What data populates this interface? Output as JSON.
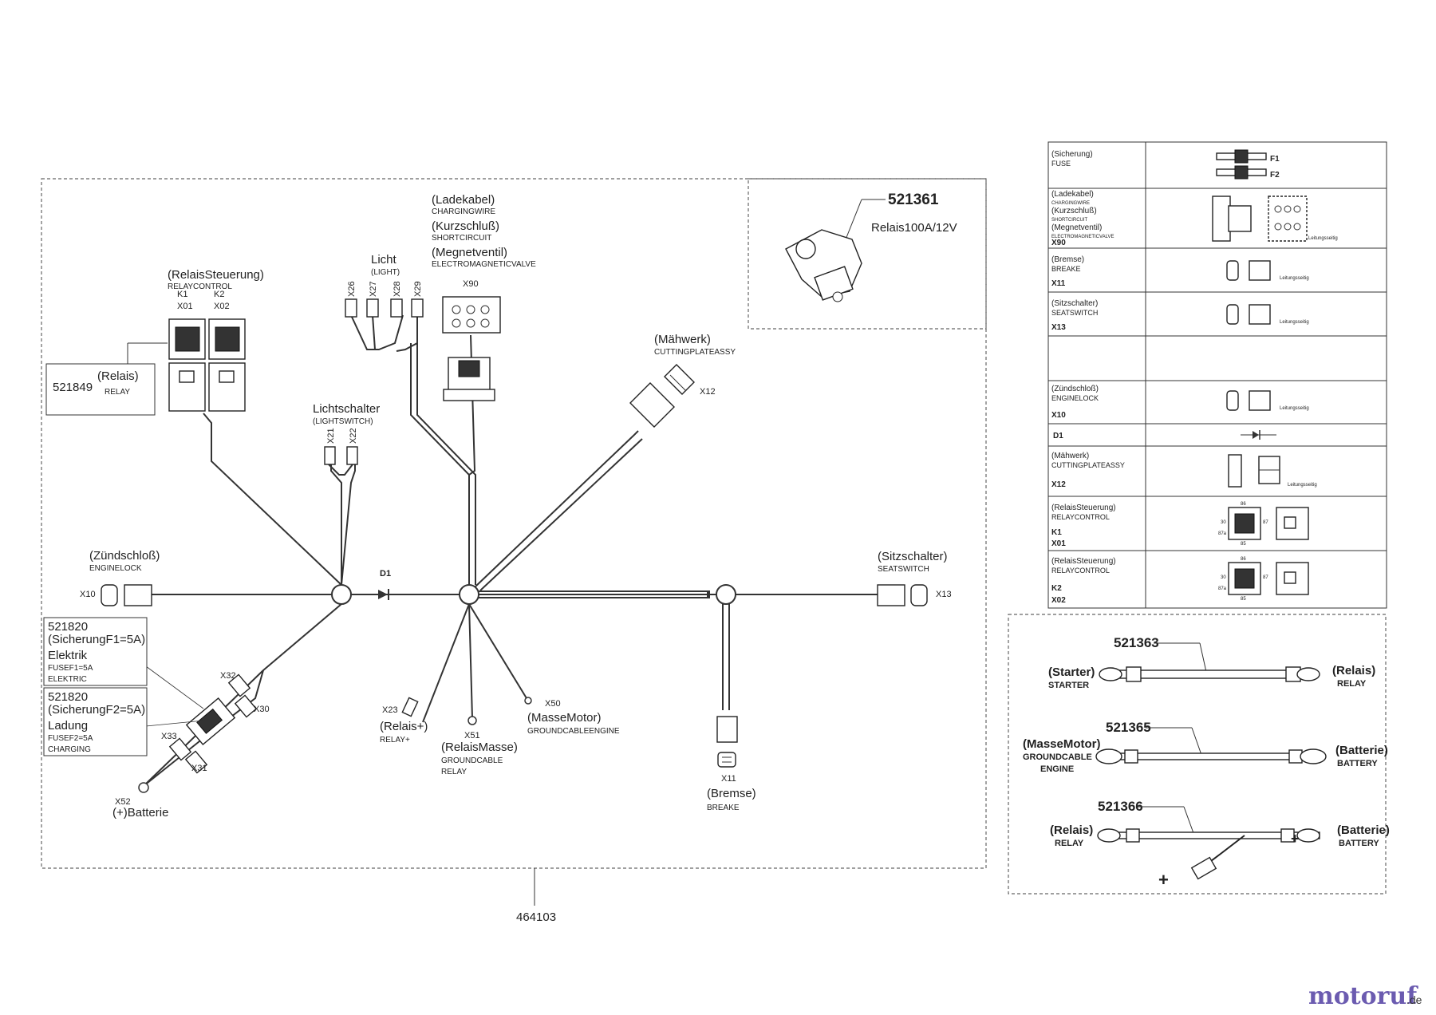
{
  "assembly_number": "464103",
  "relay_inset": {
    "part_number": "521361",
    "label": "Relais100A/12V"
  },
  "relay_box": {
    "part_number": "521849",
    "label_de": "(Relais)",
    "label_en": "RELAY"
  },
  "fuse_boxes": [
    {
      "part_number": "521820",
      "label_de": "(SicherungF1=5A)",
      "name_de": "Elektrik",
      "label_en": "FUSEF1=5A",
      "name_en": "ELEKTRIC"
    },
    {
      "part_number": "521820",
      "label_de": "(SicherungF2=5A)",
      "name_de": "Ladung",
      "label_en": "FUSEF2=5A",
      "name_en": "CHARGING"
    }
  ],
  "connectors": {
    "relay_control": {
      "de": "(RelaisSteuerung)",
      "en": "RELAYCONTROL",
      "k1": "K1",
      "x01": "X01",
      "k2": "K2",
      "x02": "X02"
    },
    "light": {
      "de": "Licht",
      "en": "(LIGHT)",
      "pins": [
        "X26",
        "X27",
        "X28",
        "X29"
      ]
    },
    "charging": {
      "de1": "(Ladekabel)",
      "en1": "CHARGINGWIRE",
      "de2": "(Kurzschluß)",
      "en2": "SHORTCIRCUIT",
      "de3": "(Megnetventil)",
      "en3": "ELECTROMAGNETICVALVE",
      "tag": "X90"
    },
    "cutting": {
      "de": "(Mähwerk)",
      "en": "CUTTINGPLATEASSY",
      "tag": "X12"
    },
    "light_switch": {
      "de": "Lichtschalter",
      "en": "(LIGHTSWITCH)",
      "pins": [
        "X21",
        "X22"
      ]
    },
    "ignition": {
      "de": "(Zündschloß)",
      "en": "ENGINELOCK",
      "tag": "X10"
    },
    "diode": {
      "tag": "D1"
    },
    "seat": {
      "de": "(Sitzschalter)",
      "en": "SEATSWITCH",
      "tag": "X13"
    },
    "battery": {
      "tag": "X52",
      "de": "(+)Batterie"
    },
    "fuse_pins": [
      "X32",
      "X30",
      "X33",
      "X31"
    ],
    "relay_plus": {
      "tag": "X23",
      "de": "(Relais+)",
      "en": "RELAY+"
    },
    "relay_ground": {
      "tag": "X51",
      "de": "(RelaisMasse)",
      "en1": "GROUNDCABLE",
      "en2": "RELAY"
    },
    "motor_ground": {
      "tag": "X50",
      "de": "(MasseMotor)",
      "en": "GROUNDCABLEENGINE"
    },
    "brake": {
      "tag": "X11",
      "de": "(Bremse)",
      "en": "BREAKE"
    }
  },
  "legend": {
    "rows": [
      {
        "de": "(Sicherung)",
        "en": "FUSE",
        "x": "",
        "extra": [
          "F1",
          "F2"
        ]
      },
      {
        "de": "(Ladekabel)",
        "en": "CHARGINGWIRE",
        "de2": "(Kurzschluß)",
        "en2": "SHORTCIRCUIT",
        "de3": "(Megnetventil)",
        "en3": "ELECTROMAGNETICVALVE",
        "x": "X90"
      },
      {
        "de": "(Bremse)",
        "en": "BREAKE",
        "x": "X11"
      },
      {
        "de": "(Sitzschalter)",
        "en": "SEATSWITCH",
        "x": "X13"
      },
      {
        "de": "",
        "en": "",
        "x": ""
      },
      {
        "de": "(Zündschloß)",
        "en": "ENGINELOCK",
        "x": "X10"
      },
      {
        "de": "",
        "en": "",
        "x": "D1"
      },
      {
        "de": "(Mähwerk)",
        "en": "CUTTINGPLATEASSY",
        "x": "X12"
      },
      {
        "de": "(RelaisSteuerung)",
        "en": "RELAYCONTROL",
        "k": "K1",
        "x": "X01"
      },
      {
        "de": "(RelaisSteuerung)",
        "en": "RELAYCONTROL",
        "k": "K2",
        "x": "X02"
      }
    ],
    "leitung": "Leitungsseitig",
    "relay_pins": [
      "86",
      "30",
      "87",
      "87a",
      "85"
    ]
  },
  "cables": [
    {
      "part_number": "521363",
      "left_de": "(Starter)",
      "left_en": "STARTER",
      "right_de": "(Relais)",
      "right_en": "RELAY"
    },
    {
      "part_number": "521365",
      "left_de": "(MasseMotor)",
      "left_en": "GROUNDCABLE",
      "left_en2": "ENGINE",
      "right_de": "(Batterie)",
      "right_en": "BATTERY"
    },
    {
      "part_number": "521366",
      "left_de": "(Relais)",
      "left_en": "RELAY",
      "right_de": "(Batterie)",
      "right_en": "BATTERY"
    }
  ],
  "logo": {
    "text": "motoruf",
    "suffix": ".de"
  }
}
